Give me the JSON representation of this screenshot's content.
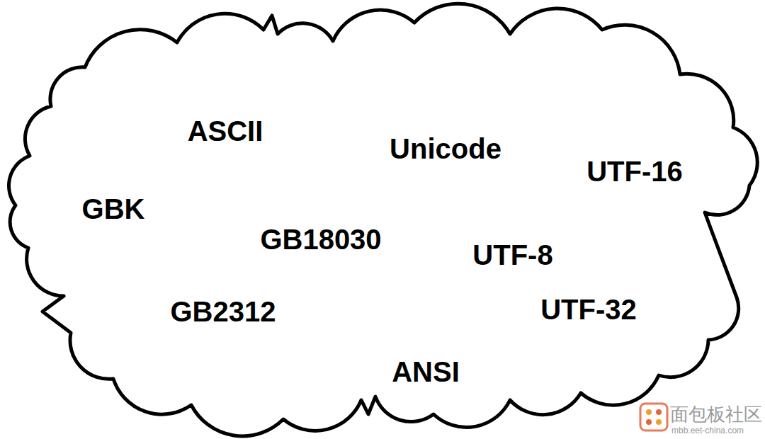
{
  "diagram": {
    "nodes": [
      {
        "text": [
          "ASCII",
          "Unicode",
          "UTF-16",
          "GBK",
          "GB18030",
          "UTF-8",
          "GB2312",
          "UTF-32",
          "ANSI"
        ]
      }
    ],
    "labels": [
      "面包板社区",
      "mbb.eet-china.com"
    ]
  }
}
